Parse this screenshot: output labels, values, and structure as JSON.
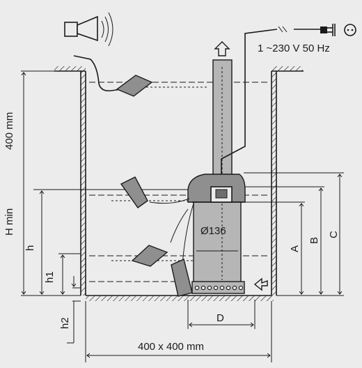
{
  "diagram": {
    "labels": {
      "power_supply": "1 ~230 V 50 Hz",
      "pit_height": "400 mm",
      "h_min": "H min",
      "h": "h",
      "h1": "h1",
      "h2": "h2",
      "a": "A",
      "b": "B",
      "c": "C",
      "diameter": "Ø136",
      "d": "D",
      "pit_size": "400 x 400 mm"
    },
    "icons": [
      "alarm-horn-icon",
      "mains-plug-icon",
      "outlet-arrow-icon",
      "inlet-arrow-icon"
    ]
  }
}
